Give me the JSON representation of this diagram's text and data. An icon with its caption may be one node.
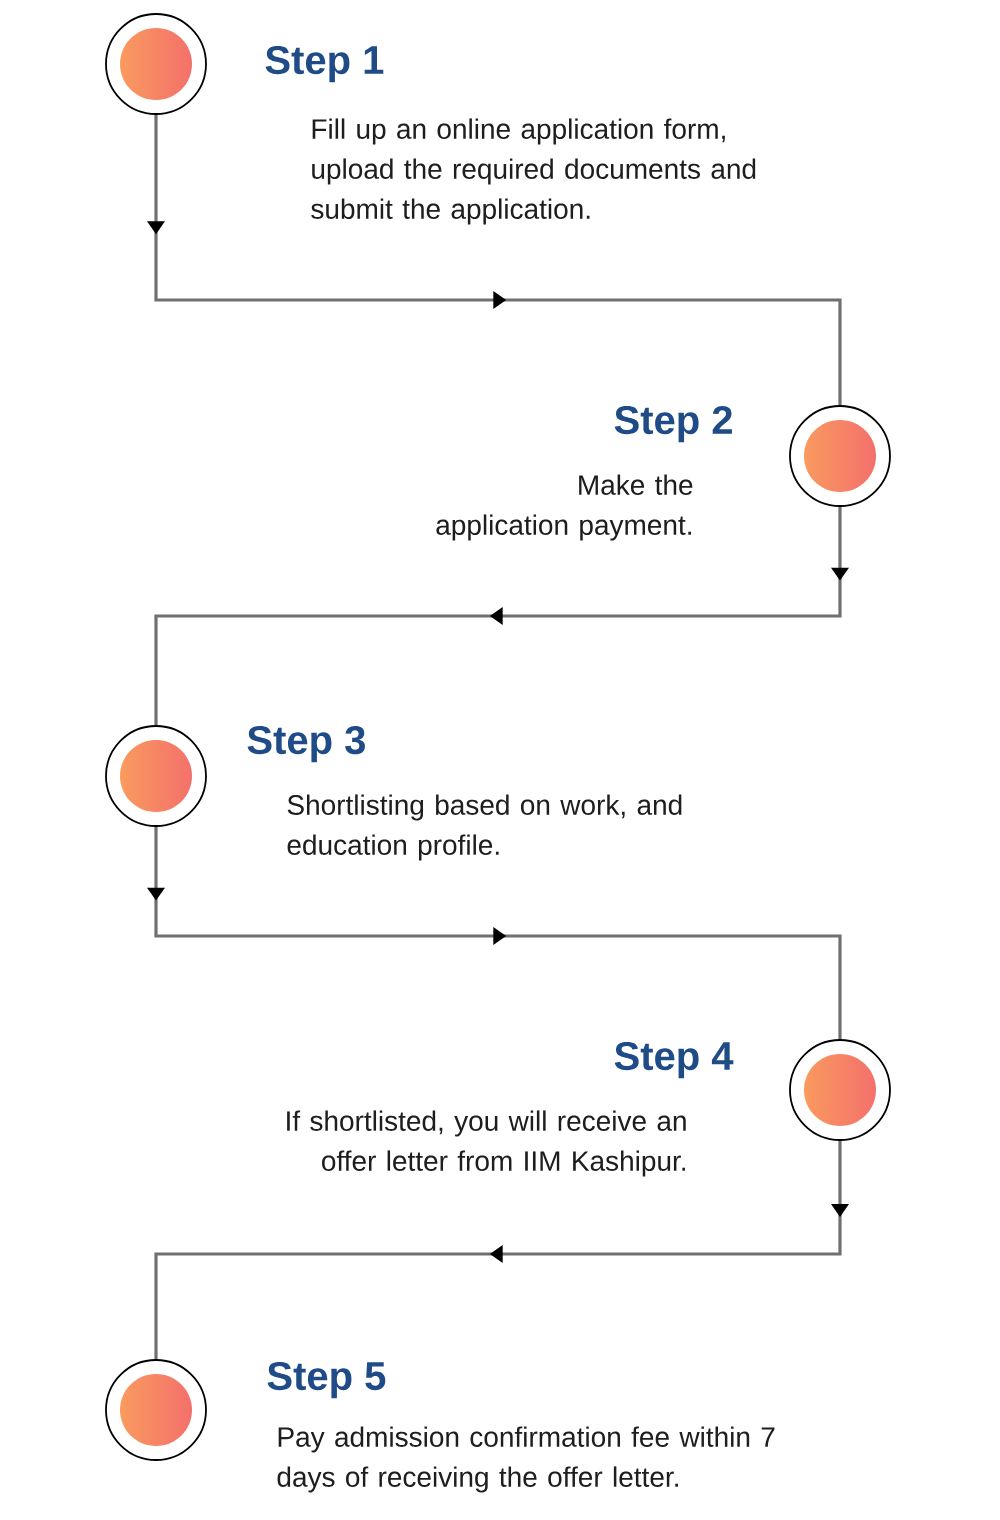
{
  "diagram": {
    "nodes": [
      {
        "text": [],
        "shape": "circle",
        "beside": [
          "Step 1",
          "Fill up an online application form, upload the required documents and submit the application."
        ]
      },
      {
        "text": [],
        "shape": "circle",
        "beside": [
          "Step 2",
          "Make the application payment."
        ]
      },
      {
        "text": [],
        "shape": "circle",
        "beside": [
          "Step 3",
          "Shortlisting based on work, and education profile."
        ]
      },
      {
        "text": [],
        "shape": "circle",
        "beside": [
          "Step 4",
          "If shortlisted, you will receive an offer letter from IIM Kashipur."
        ]
      },
      {
        "text": [],
        "shape": "circle",
        "beside": [
          "Step 5",
          "Pay admission confirmation fee within 7 days of receiving the offer letter."
        ]
      }
    ],
    "edges": [
      {
        "from": 0,
        "to": 1,
        "arrow": "to"
      },
      {
        "from": 1,
        "to": 2,
        "arrow": "to"
      },
      {
        "from": 2,
        "to": 3,
        "arrow": "to"
      },
      {
        "from": 3,
        "to": 4,
        "arrow": "to"
      }
    ]
  }
}
